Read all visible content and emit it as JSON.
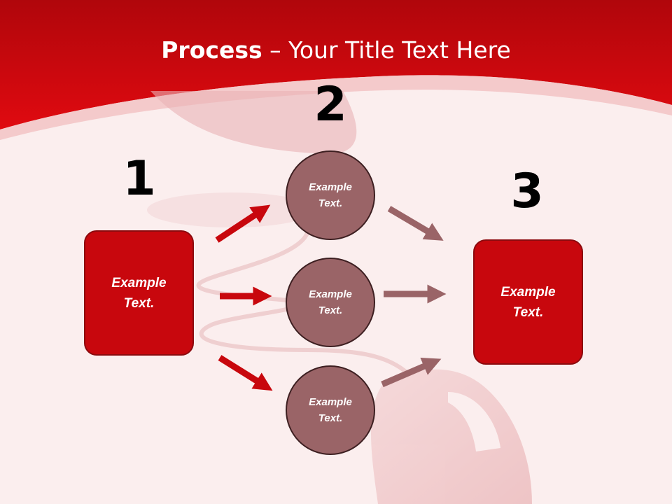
{
  "title": {
    "bold": "Process",
    "rest": " – Your Title Text Here"
  },
  "steps": [
    {
      "number": "1",
      "text": {
        "line1": "Example",
        "line2": "Text."
      }
    },
    {
      "number": "2",
      "items": [
        {
          "line1": "Example",
          "line2": "Text."
        },
        {
          "line1": "Example",
          "line2": "Text."
        },
        {
          "line1": "Example",
          "line2": "Text."
        }
      ]
    },
    {
      "number": "3",
      "text": {
        "line1": "Example",
        "line2": "Text."
      }
    }
  ],
  "colors": {
    "header_red": "#c8070d",
    "box_fill": "#c8070d",
    "circle_fill": "#9a6467",
    "arrow_left": "#c8070d",
    "arrow_right": "#9a6467"
  },
  "icons": [
    "mouse-background-image"
  ]
}
